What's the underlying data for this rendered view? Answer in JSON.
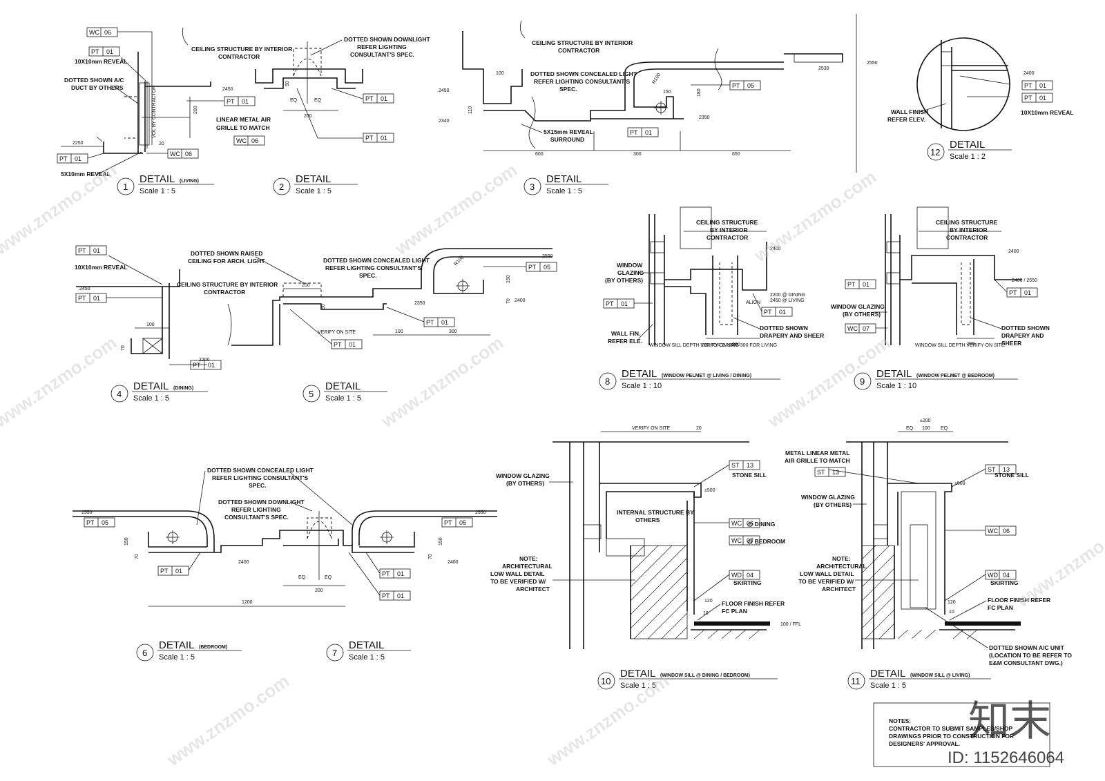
{
  "details": [
    {
      "num": "1",
      "title": "DETAIL",
      "sub": "(LIVING)",
      "scale": "Scale 1 : 5"
    },
    {
      "num": "2",
      "title": "DETAIL",
      "sub": "",
      "scale": "Scale 1 : 5"
    },
    {
      "num": "3",
      "title": "DETAIL",
      "sub": "",
      "scale": "Scale 1 : 5"
    },
    {
      "num": "4",
      "title": "DETAIL",
      "sub": "(DINING)",
      "scale": "Scale 1 : 5"
    },
    {
      "num": "5",
      "title": "DETAIL",
      "sub": "",
      "scale": "Scale 1 : 5"
    },
    {
      "num": "6",
      "title": "DETAIL",
      "sub": "(BEDROOM)",
      "scale": "Scale 1 : 5"
    },
    {
      "num": "7",
      "title": "DETAIL",
      "sub": "",
      "scale": "Scale 1 : 5"
    },
    {
      "num": "8",
      "title": "DETAIL",
      "sub": "(WINDOW PELMET @ LIVING / DINING)",
      "scale": "Scale 1 : 10"
    },
    {
      "num": "9",
      "title": "DETAIL",
      "sub": "(WINDOW PELMET @ BEDROOM)",
      "scale": "Scale 1 : 10"
    },
    {
      "num": "10",
      "title": "DETAIL",
      "sub": "(WINDOW SILL @ DINING / BEDROOM)",
      "scale": "Scale 1 : 5"
    },
    {
      "num": "11",
      "title": "DETAIL",
      "sub": "(WINDOW SILL @ LIVING)",
      "scale": "Scale 1 : 5"
    },
    {
      "num": "12",
      "title": "DETAIL",
      "sub": "",
      "scale": "Scale 1 : 2"
    }
  ],
  "tags": {
    "wc06": [
      "WC",
      "06"
    ],
    "wc07": [
      "WC",
      "07"
    ],
    "pt01": [
      "PT",
      "01"
    ],
    "pt05": [
      "PT",
      "05"
    ],
    "st13": [
      "ST",
      "13"
    ],
    "wd04": [
      "WD",
      "04"
    ]
  },
  "notes": {
    "reveal_10x10": "10X10mm REVEAL",
    "reveal_5x10": "5X10mm REVEAL",
    "reveal_5x15a": "5X15mm REVEAL",
    "reveal_5x15b": "SURROUND",
    "ac_duct_1": "DOTTED SHOWN A/C",
    "ac_duct_2": "DUCT BY OTHERS",
    "ceiling_1": "CEILING STRUCTURE BY INTERIOR",
    "ceiling_2": "CONTRACTOR",
    "ceiling_b1": "CEILING STRUCTURE",
    "ceiling_b2": "BY INTERIOR",
    "ceiling_b3": "CONTRACTOR",
    "linear_1": "LINEAR METAL AIR",
    "linear_2": "GRILLE TO MATCH",
    "downlight_1": "DOTTED SHOWN DOWNLIGHT",
    "downlight_2": "REFER LIGHTING",
    "downlight_3": "CONSULTANT'S SPEC.",
    "concealed_1": "DOTTED SHOWN CONCEALED LIGHT",
    "concealed_2": "REFER LIGHTING CONSULTANT'S",
    "concealed_3": "SPEC.",
    "raised_1": "DOTTED SHOWN RAISED",
    "raised_2": "CEILING FOR ARCH. LIGHT",
    "verify": "VERIFY ON SITE",
    "wall_finish_1": "WALL FINISH",
    "wall_finish_2": "REFER ELEV.",
    "wall_fin_1": "WALL FIN.",
    "wall_fin_2": "REFER ELE.",
    "window_glazing_1": "WINDOW",
    "window_glazing_2": "GLAZING",
    "window_glazing_3": "(BY OTHERS)",
    "wglazing": "WINDOW GLAZING",
    "by_others": "(BY OTHERS)",
    "drapery_1": "DOTTED SHOWN",
    "drapery_2": "DRAPERY AND SHEER",
    "drapery_3": "DRAPERY AND",
    "drapery_4": "SHEER",
    "align": "ALIGN",
    "stone_sill": "STONE SILL",
    "dining": "@ DINING",
    "bedroom": "@ BEDROOM",
    "skirting": "SKIRTING",
    "floor_1": "FLOOR FINISH REFER",
    "floor_2": "FC PLAN",
    "internal_1": "INTERNAL STRUCTURE BY",
    "internal_2": "OTHERS",
    "arch_1": "NOTE:",
    "arch_2": "ARCHITECTURAL",
    "arch_3": "LOW WALL DETAIL",
    "arch_4": "TO BE VERIFIED W/",
    "arch_5": "ARCHITECT",
    "metal_1": "METAL LINEAR METAL",
    "metal_2": "AIR GRILLE TO MATCH",
    "acunit_1": "DOTTED SHOWN A/C UNIT",
    "acunit_2": "(LOCATION TO BE REFER TO",
    "acunit_3": "E&M CONSULTANT DWG.)",
    "vol_contractor": "VOL BY CONTRACTOR"
  },
  "dims": {
    "d100": "100",
    "d200": "200",
    "d300": "300",
    "d600": "600",
    "d650": "650",
    "d1200": "1200",
    "d2450": "2450",
    "d2340": "2340",
    "d2250": "2250",
    "d2550": "2550",
    "d2530": "2530",
    "d2350": "2350",
    "d2200": "2200",
    "d2400": "2400",
    "d2400_2550": "2400 / 2550",
    "d2200_2450": "2200 @ DINING",
    "d2450b": "2450 @ LIVING",
    "eq": "EQ",
    "d150": "150",
    "d180": "180",
    "d110": "110",
    "d70": "70",
    "d50": "50",
    "d20": "20",
    "d10": "10",
    "d120": "120",
    "r100": "R100",
    "d2500": "±500",
    "d200pm": "±200",
    "ffl": "100 / FFL",
    "ffl2": "FFL",
    "sill_note": "WINDOW SILL DEPTH VERIFY ON SITE",
    "liv_note": "200 FOR DINING 300 FOR LIVING",
    "d1200b": "1200"
  },
  "notes_box": {
    "l1": "NOTES:",
    "l2": "CONTRACTOR TO SUBMIT SAMPLES/SHOP",
    "l3": "DRAWINGS PRIOR TO CONSTRUCTION FOR",
    "l4": "DESIGNERS' APPROVAL."
  },
  "watermark": {
    "brand": "知末",
    "id": "ID: 1152646064",
    "site": "www.znzmo.com"
  }
}
